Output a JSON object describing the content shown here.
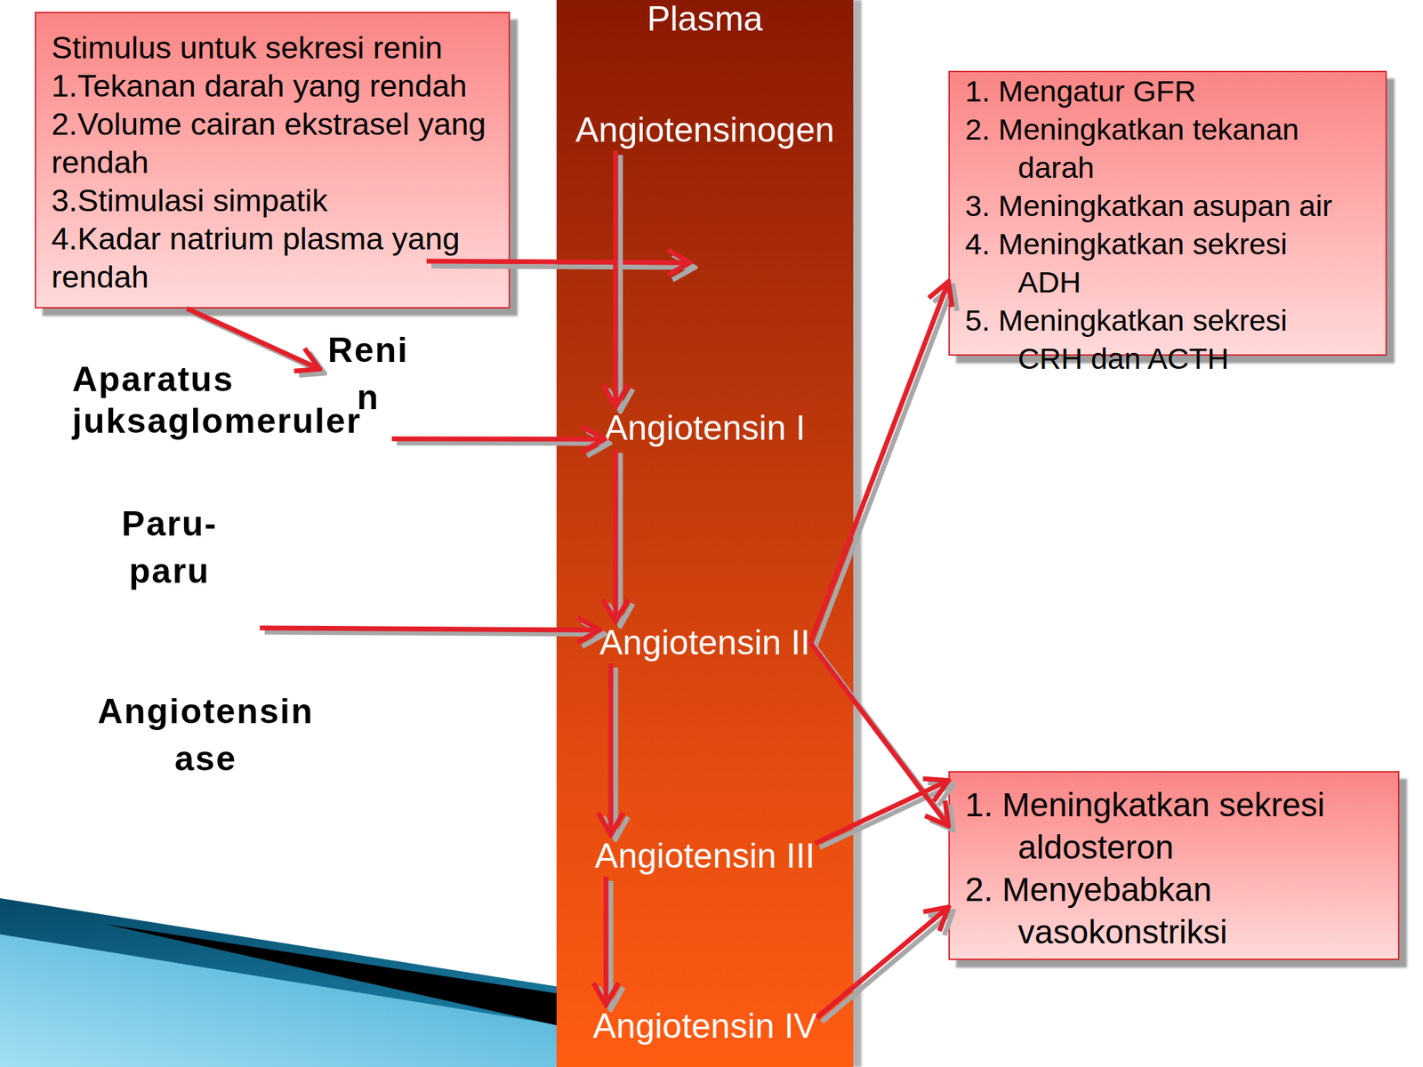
{
  "diagram": {
    "nodes": [
      {
        "text": [
          "Stimulus untuk sekresi renin",
          "1.Tekanan darah yang rendah",
          "2.Volume cairan ekstrasel yang rendah",
          "3.Stimulasi simpatik",
          "4.Kadar natrium plasma yang rendah"
        ]
      },
      {
        "text": [
          "Reni n"
        ]
      },
      {
        "text": [
          "Aparatus juksaglomeruler"
        ]
      },
      {
        "text": [
          "Paru- paru"
        ]
      },
      {
        "text": [
          "Angiotensin ase"
        ]
      },
      {
        "text": [
          "Plasma"
        ]
      },
      {
        "text": [
          "Angiotensinogen"
        ],
        "in": 5
      },
      {
        "text": [
          "Angiotensin I"
        ],
        "in": 5
      },
      {
        "text": [
          "Angiotensin II"
        ],
        "in": 5
      },
      {
        "text": [
          "Angiotensin III"
        ],
        "in": 5
      },
      {
        "text": [
          "Angiotensin IV"
        ],
        "in": 5
      },
      {
        "text": [
          "1. Mengatur GFR",
          "2. Meningkatkan tekanan darah",
          "3. Meningkatkan asupan air",
          "4. Meningkatkan sekresi ADH",
          "5. Meningkatkan sekresi CRH dan ACTH"
        ]
      },
      {
        "text": [
          "1. Meningkatkan sekresi aldosteron",
          "2. Menyebabkan vasokonstriksi"
        ]
      }
    ],
    "edges": [
      {
        "from": 0,
        "to": 1,
        "arrow": "to"
      },
      {
        "from": 2,
        "to": 7,
        "arrow": "to"
      },
      {
        "from": 3,
        "to": 8,
        "arrow": "to"
      },
      {
        "from": 6,
        "to": 7,
        "arrow": "to"
      },
      {
        "from": 7,
        "to": 8,
        "arrow": "to"
      },
      {
        "from": 8,
        "to": 9,
        "arrow": "to"
      },
      {
        "from": 9,
        "to": 10,
        "arrow": "to"
      },
      {
        "from": 8,
        "to": 11,
        "arrow": "to"
      },
      {
        "from": 8,
        "to": 12,
        "arrow": "to"
      },
      {
        "from": 9,
        "to": 12,
        "arrow": "to"
      },
      {
        "from": 10,
        "to": 12,
        "arrow": "to"
      }
    ]
  }
}
